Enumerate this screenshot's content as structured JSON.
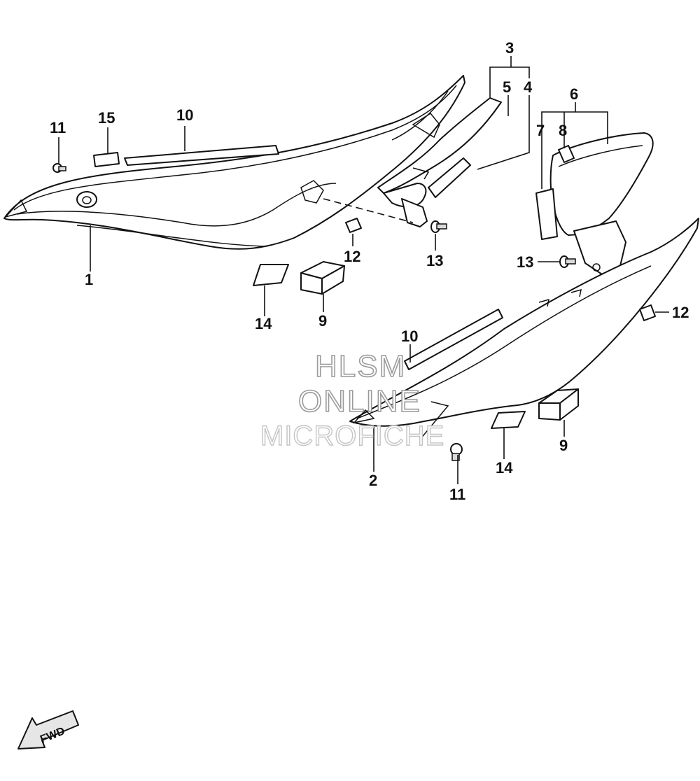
{
  "callouts": {
    "c1": "1",
    "c2": "2",
    "c3": "3",
    "c4": "4",
    "c5": "5",
    "c6": "6",
    "c7": "7",
    "c8": "8",
    "c9a": "9",
    "c9b": "9",
    "c10a": "10",
    "c10b": "10",
    "c11a": "11",
    "c11b": "11",
    "c12a": "12",
    "c12b": "12",
    "c13a": "13",
    "c13b": "13",
    "c14a": "14",
    "c14b": "14",
    "c15": "15"
  },
  "watermark": {
    "line1": "HLSM",
    "line2": "ONLINE",
    "line3": "MICROFICHE"
  },
  "fwd_label": "FWD",
  "colors": {
    "line": "#111111",
    "shade": "#d9d9d9",
    "watermark": "#9a9a9a",
    "background": "#ffffff"
  }
}
